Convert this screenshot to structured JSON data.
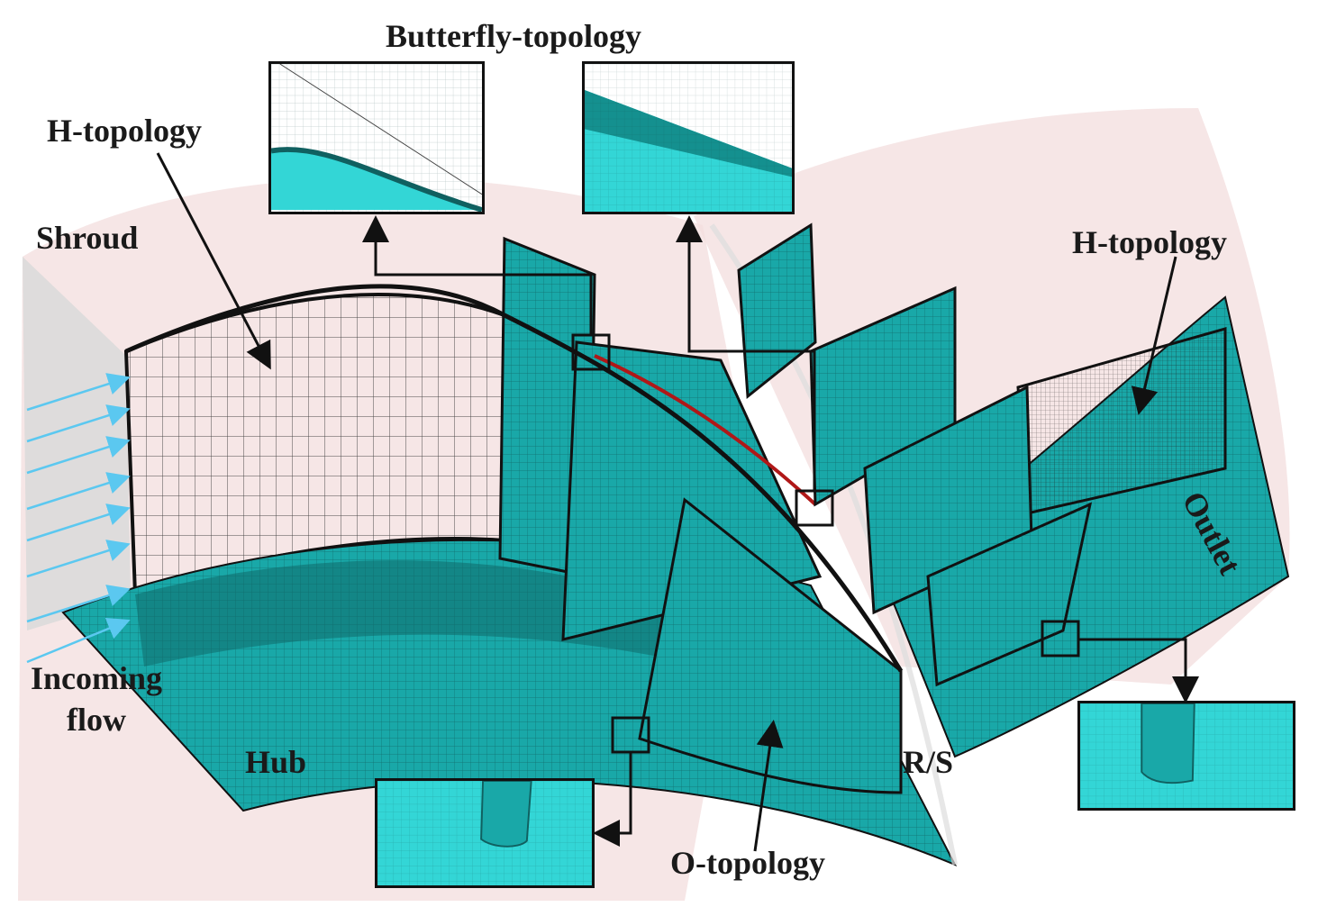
{
  "labels": {
    "butterfly_topology": "Butterfly-topology",
    "h_topology_left": "H-topology",
    "h_topology_right": "H-topology",
    "shroud": "Shroud",
    "outlet": "Outlet",
    "incoming_flow_line1": "Incoming",
    "incoming_flow_line2": "flow",
    "hub": "Hub",
    "rotor_stator": "R/S",
    "o_topology": "O-topology"
  },
  "colors": {
    "mesh_teal": "#19a8a8",
    "mesh_teal_light": "#33d6d6",
    "shroud_pink": "#f3dede",
    "mesh_line": "#1f1f1f",
    "flow_arrow": "#5bc8f0",
    "tip_gap_red": "#b01818"
  }
}
